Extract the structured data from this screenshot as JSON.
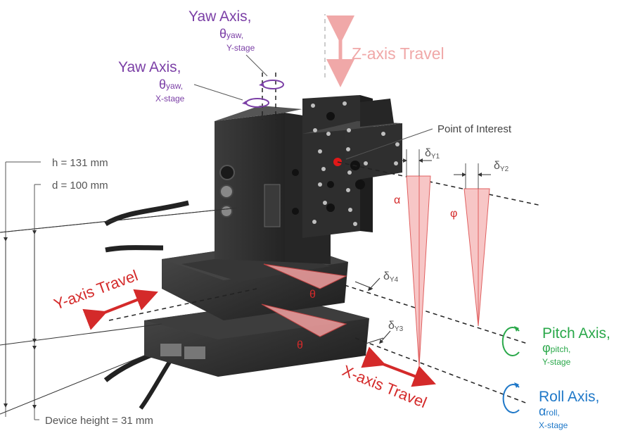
{
  "labels": {
    "yaw_y": {
      "line1": "Yaw Axis,",
      "sym": "θ",
      "sub": "yaw",
      "comma": ",",
      "stage": "Y-stage"
    },
    "yaw_x": {
      "line1": "Yaw Axis,",
      "sym": "θ",
      "sub": "yaw",
      "comma": ",",
      "stage": "X-stage"
    },
    "z_travel": "Z-axis Travel",
    "y_travel": "Y-axis Travel",
    "x_travel": "X-axis Travel",
    "point_of_interest": "Point of Interest",
    "pitch": {
      "line1": "Pitch Axis,",
      "sym": "φ",
      "sub": "pitch",
      "comma": ",",
      "stage": "Y-stage"
    },
    "roll": {
      "line1": "Roll Axis,",
      "sym": "α",
      "sub": "roll",
      "comma": ",",
      "stage": "X-stage"
    },
    "h": "h = 131 mm",
    "d": "d = 100 mm",
    "device_height": "Device height = 31 mm",
    "delta_y1": {
      "sym": "δ",
      "sub": "Y1"
    },
    "delta_y2": {
      "sym": "δ",
      "sub": "Y2"
    },
    "delta_y3": {
      "sym": "δ",
      "sub": "Y3"
    },
    "delta_y4": {
      "sym": "δ",
      "sub": "Y4"
    },
    "alpha": "α",
    "phi": "φ",
    "theta_1": "θ",
    "theta_2": "θ"
  },
  "colors": {
    "yaw": "#7b3fa6",
    "travel_red": "#d42a2a",
    "z_pink": "#f0a8a8",
    "pitch": "#2aa84a",
    "roll": "#1f78c8",
    "gray_text": "#555555",
    "device_dark": "#2b2b2b",
    "wedge_fill": "#f7c6c6"
  }
}
